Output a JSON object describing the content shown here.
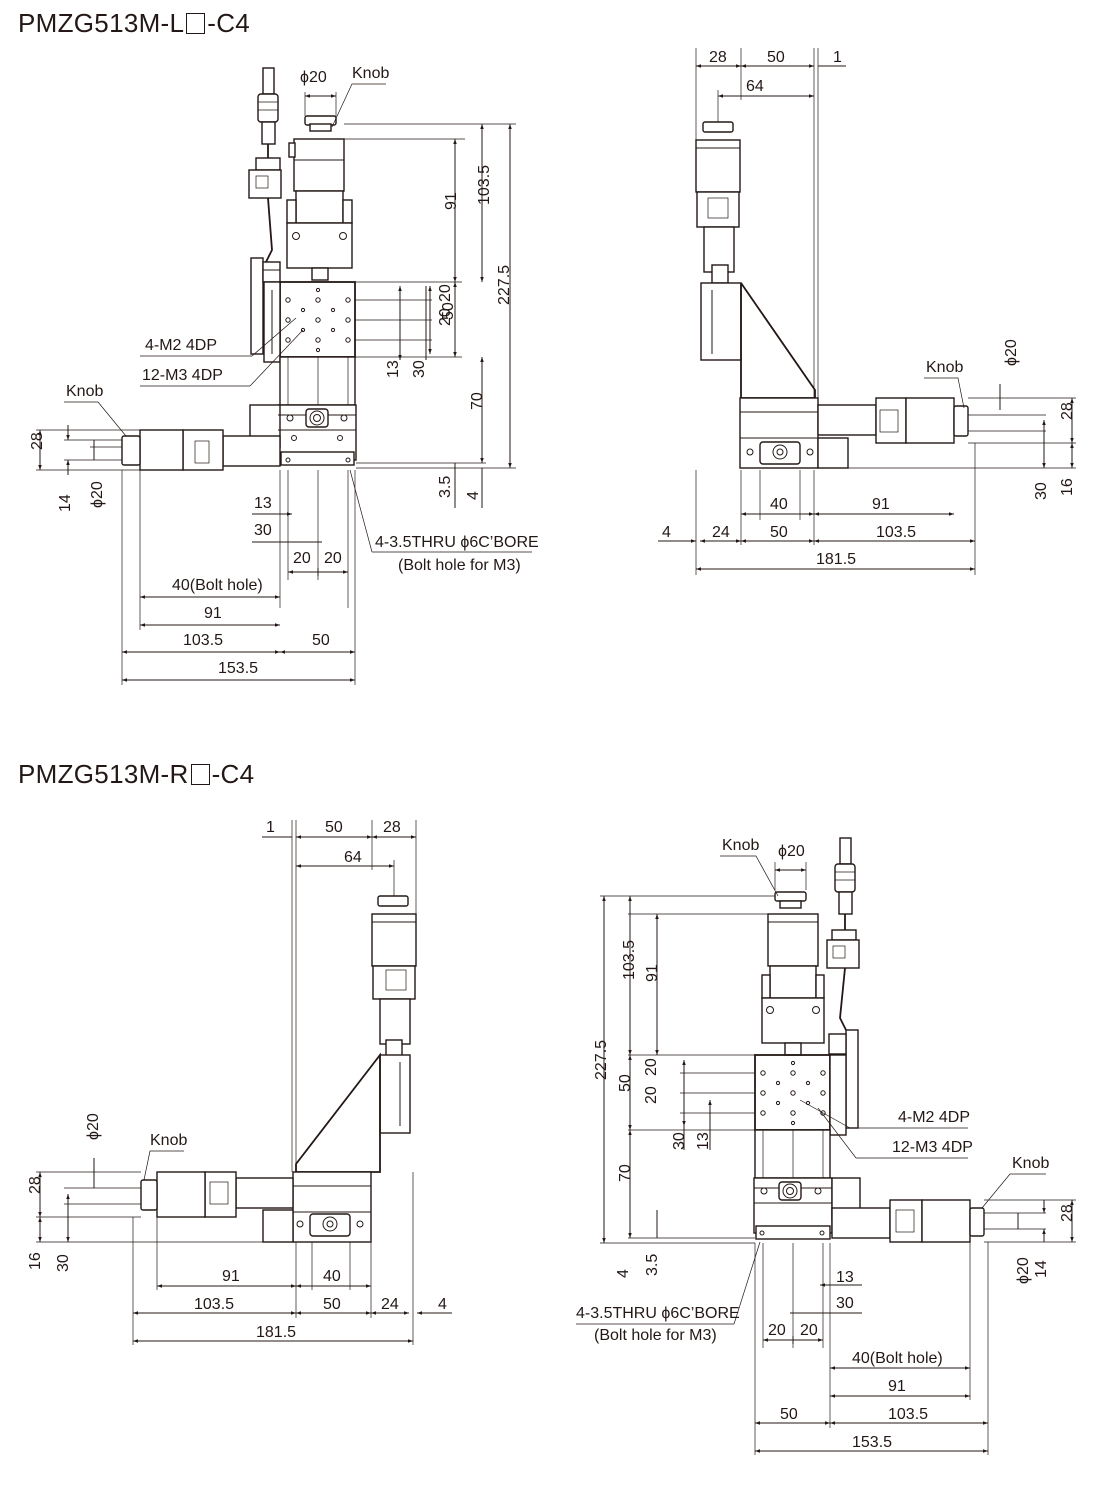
{
  "titles": {
    "left_model": {
      "prefix": "PMZG513M-L",
      "suffix": "-C4"
    },
    "right_model": {
      "prefix": "PMZG513M-R",
      "suffix": "-C4"
    }
  },
  "labels": {
    "knob": "Knob",
    "phi20": "ϕ20",
    "m2": "4-M2 4DP",
    "m3": "12-M3 4DP",
    "bore": "4-3.5THRU ϕ6C’BORE",
    "bolt_for_m3": "(Bolt hole for M3)",
    "bolt_hole_40": "40(Bolt hole)"
  },
  "dims": {
    "d1": "1",
    "d3_5": "3.5",
    "d4": "4",
    "d13": "13",
    "d14": "14",
    "d16": "16",
    "d20": "20",
    "d24": "24",
    "d28": "28",
    "d30": "30",
    "d40": "40",
    "d50": "50",
    "d64": "64",
    "d70": "70",
    "d91": "91",
    "d103_5": "103.5",
    "d153_5": "153.5",
    "d181_5": "181.5",
    "d227_5": "227.5"
  },
  "colors": {
    "line": "#231815",
    "background": "#ffffff"
  }
}
